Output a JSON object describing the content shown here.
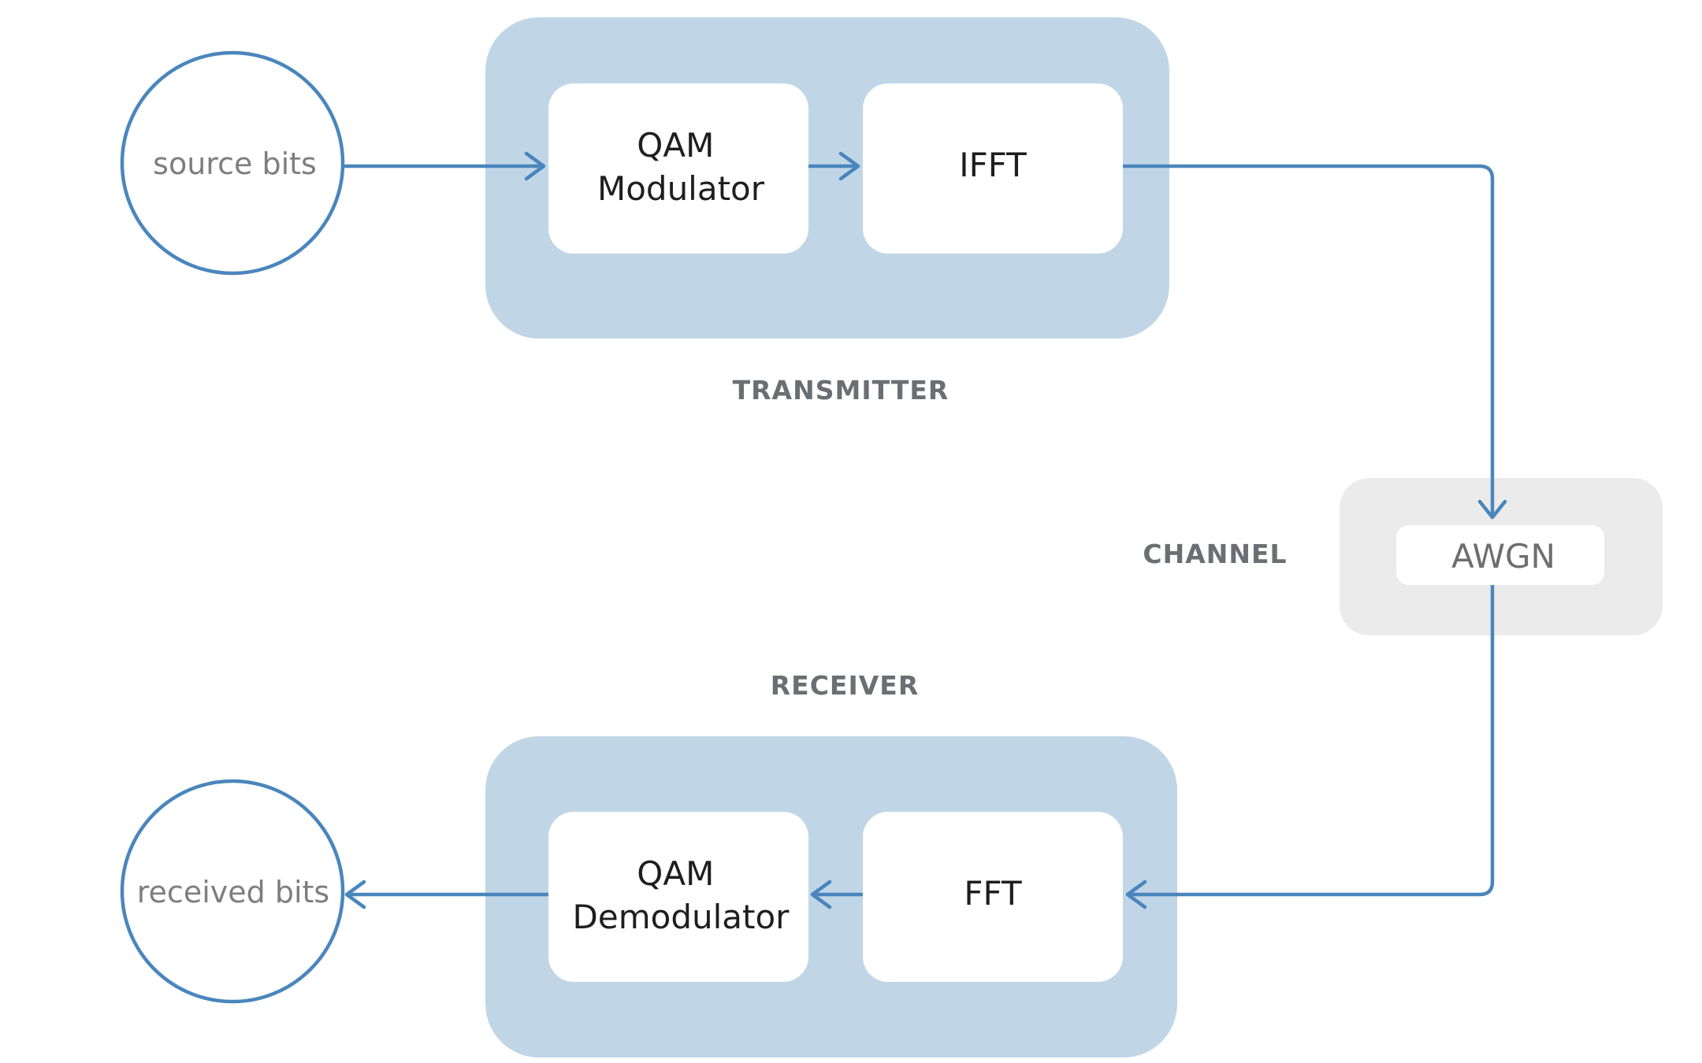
{
  "nodes": {
    "source": "source bits",
    "received": "received bits",
    "qam_modulator": [
      "QAM",
      "Modulator"
    ],
    "ifft": "IFFT",
    "qam_demodulator": [
      "QAM",
      "Demodulator"
    ],
    "fft": "FFT",
    "awgn": "AWGN"
  },
  "sections": {
    "transmitter": "TRANSMITTER",
    "channel": "CHANNEL",
    "receiver": "RECEIVER"
  },
  "colors": {
    "group_fill": "#c0d6e7",
    "channel_fill": "#ebebeb",
    "block_fill": "#ffffff",
    "line": "#4a86bc",
    "section_text": "#6b6e72"
  }
}
